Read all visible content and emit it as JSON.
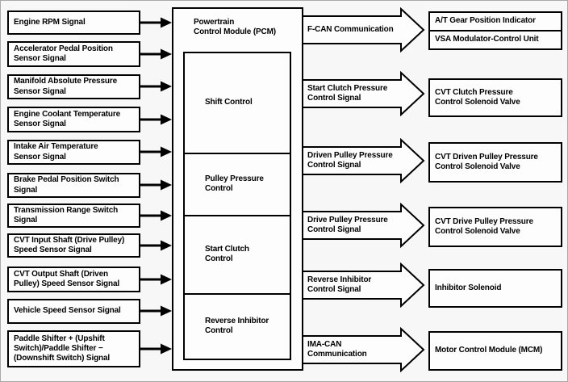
{
  "diagram": {
    "pcm": {
      "title": "Powertrain\nControl Module (PCM)",
      "sections": [
        "Shift Control",
        "Pulley Pressure\nControl",
        "Start Clutch\nControl",
        "Reverse Inhibitor\nControl"
      ]
    },
    "inputs": [
      "Engine RPM Signal",
      "Accelerator Pedal Position\nSensor Signal",
      "Manifold Absolute Pressure\nSensor Signal",
      "Engine Coolant Temperature\nSensor Signal",
      "Intake Air Temperature\nSensor Signal",
      "Brake Pedal Position Switch\nSignal",
      "Transmission Range Switch\nSignal",
      "CVT Input Shaft (Drive Pulley)\nSpeed Sensor Signal",
      "CVT Output Shaft (Driven\nPulley) Speed Sensor Signal",
      "Vehicle Speed Sensor Signal",
      "Paddle Shifter + (Upshift\nSwitch)/Paddle Shifter −\n(Downshift Switch) Signal"
    ],
    "output_signals": [
      "F-CAN Communication",
      "Start Clutch Pressure\nControl Signal",
      "Driven Pulley Pressure\nControl Signal",
      "Drive Pulley Pressure\nControl Signal",
      "Reverse Inhibitor\nControl Signal",
      "IMA-CAN\nCommunication"
    ],
    "output_targets": [
      [
        "A/T Gear Position Indicator",
        "VSA Modulator-Control Unit"
      ],
      "CVT Clutch Pressure\nControl Solenoid Valve",
      "CVT Driven Pulley Pressure\nControl Solenoid Valve",
      "CVT Drive Pulley Pressure\nControl Solenoid Valve",
      "Inhibitor Solenoid",
      "Motor Control Module (MCM)"
    ],
    "colors": {
      "line": "#000000",
      "box_bg": "#fdfdfd",
      "page_bg": "#f7f7f7"
    }
  }
}
